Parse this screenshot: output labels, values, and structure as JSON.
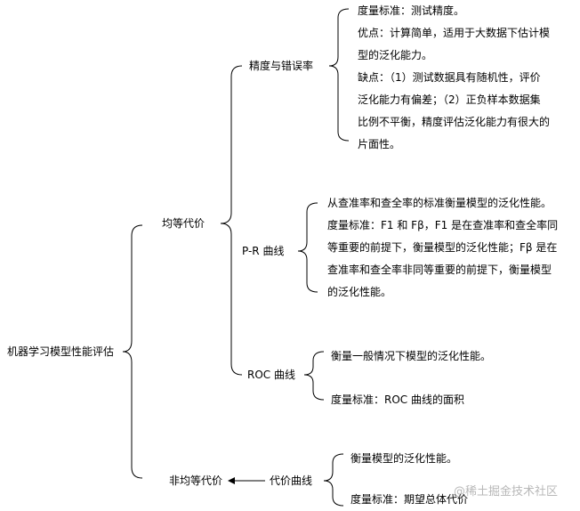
{
  "root": "机器学习模型性能评估",
  "branches": {
    "equal": "均等代价",
    "unequal": "非均等代价"
  },
  "nodes": {
    "accuracy": "精度与错误率",
    "pr": "P-R 曲线",
    "roc": "ROC 曲线",
    "cost": "代价曲线"
  },
  "notes": {
    "accuracy": [
      "度量标准：测试精度。",
      "优点：计算简单，适用于大数据下估计模",
      "型的泛化能力。",
      "缺点：（1）测试数据具有随机性，评价",
      "泛化能力有偏差；（2）正负样本数据集",
      "比例不平衡，精度评估泛化能力有很大的",
      "片面性。"
    ],
    "pr": [
      "从查准率和查全率的标准衡量模型的泛化性能。",
      "度量标准：F1 和 Fβ，F1 是在查准率和查全率同",
      "等重要的前提下，衡量模型的泛化性能；Fβ 是在",
      "查准率和查全率非同等重要的前提下，衡量模型",
      "的泛化性能。"
    ],
    "roc": [
      "衡量一般情况下模型的泛化性能。",
      "度量标准：ROC 曲线的面积"
    ],
    "cost": [
      "衡量模型的泛化性能。",
      "度量标准：期望总体代价"
    ]
  },
  "watermark": "@稀土掘金技术社区"
}
